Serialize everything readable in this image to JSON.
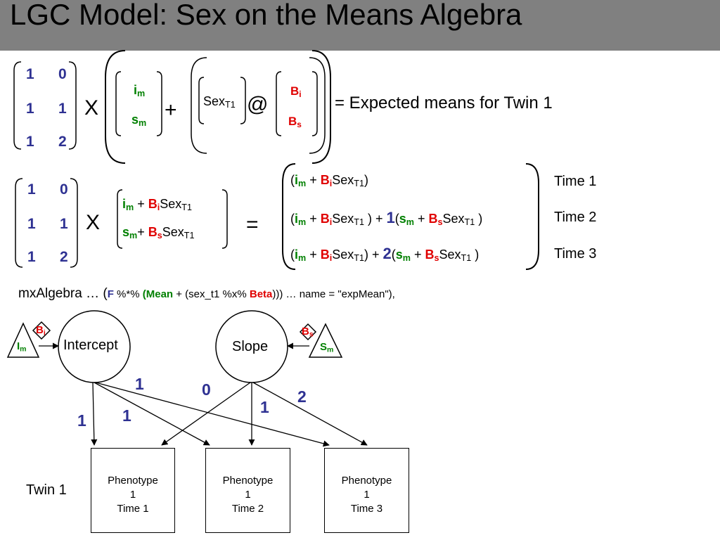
{
  "title": "LGC Model: Sex on the Means Algebra",
  "eq1": {
    "loadings": [
      [
        "1",
        "0"
      ],
      [
        "1",
        "1"
      ],
      [
        "1",
        "2"
      ]
    ],
    "times": "X",
    "plus": "+",
    "means": {
      "im": "i",
      "im_sub": "m",
      "sm": "s",
      "sm_sub": "m"
    },
    "sex": {
      "base": "Sex",
      "sub": "T1"
    },
    "at": "@",
    "betas": {
      "bi": "B",
      "bi_sub": "i",
      "bs": "B",
      "bs_sub": "s"
    },
    "result": "= Expected means for Twin 1"
  },
  "eq2": {
    "loadings": [
      [
        "1",
        "0"
      ],
      [
        "1",
        "1"
      ],
      [
        "1",
        "2"
      ]
    ],
    "times": "X",
    "equals": "=",
    "time_labels": [
      "Time 1",
      "Time 2",
      "Time 3"
    ],
    "coef_time2": "1",
    "coef_time3": "2"
  },
  "code": {
    "prefix": "mxAlgebra … (",
    "F": "F",
    "op1": " %*% ",
    "open": "(",
    "Mean": "Mean",
    "mid": " + (sex_t1 %x% ",
    "Beta": "Beta",
    "suffix": "))) …  name = \"expMean\"),"
  },
  "diagram": {
    "intercept_label": "Intercept",
    "slope_label": "Slope",
    "im_tri": {
      "base": "I",
      "sub": "m"
    },
    "sm_tri": {
      "base": "S",
      "sub": "m"
    },
    "bi_dia": {
      "base": "B",
      "sub": "i"
    },
    "bs_dia": {
      "base": "B",
      "sub": "s"
    },
    "path_labels": {
      "int_t1": "1",
      "int_t2": "1",
      "int_t3": "1",
      "slope_t1": "0",
      "slope_t2": "1",
      "slope_t3": "2"
    },
    "phenotypes": [
      {
        "l1": "Phenotype",
        "l2": "1",
        "l3": "Time 1"
      },
      {
        "l1": "Phenotype",
        "l2": "1",
        "l3": "Time 2"
      },
      {
        "l1": "Phenotype",
        "l2": "1",
        "l3": "Time 3"
      }
    ],
    "twin_label": "Twin 1"
  }
}
